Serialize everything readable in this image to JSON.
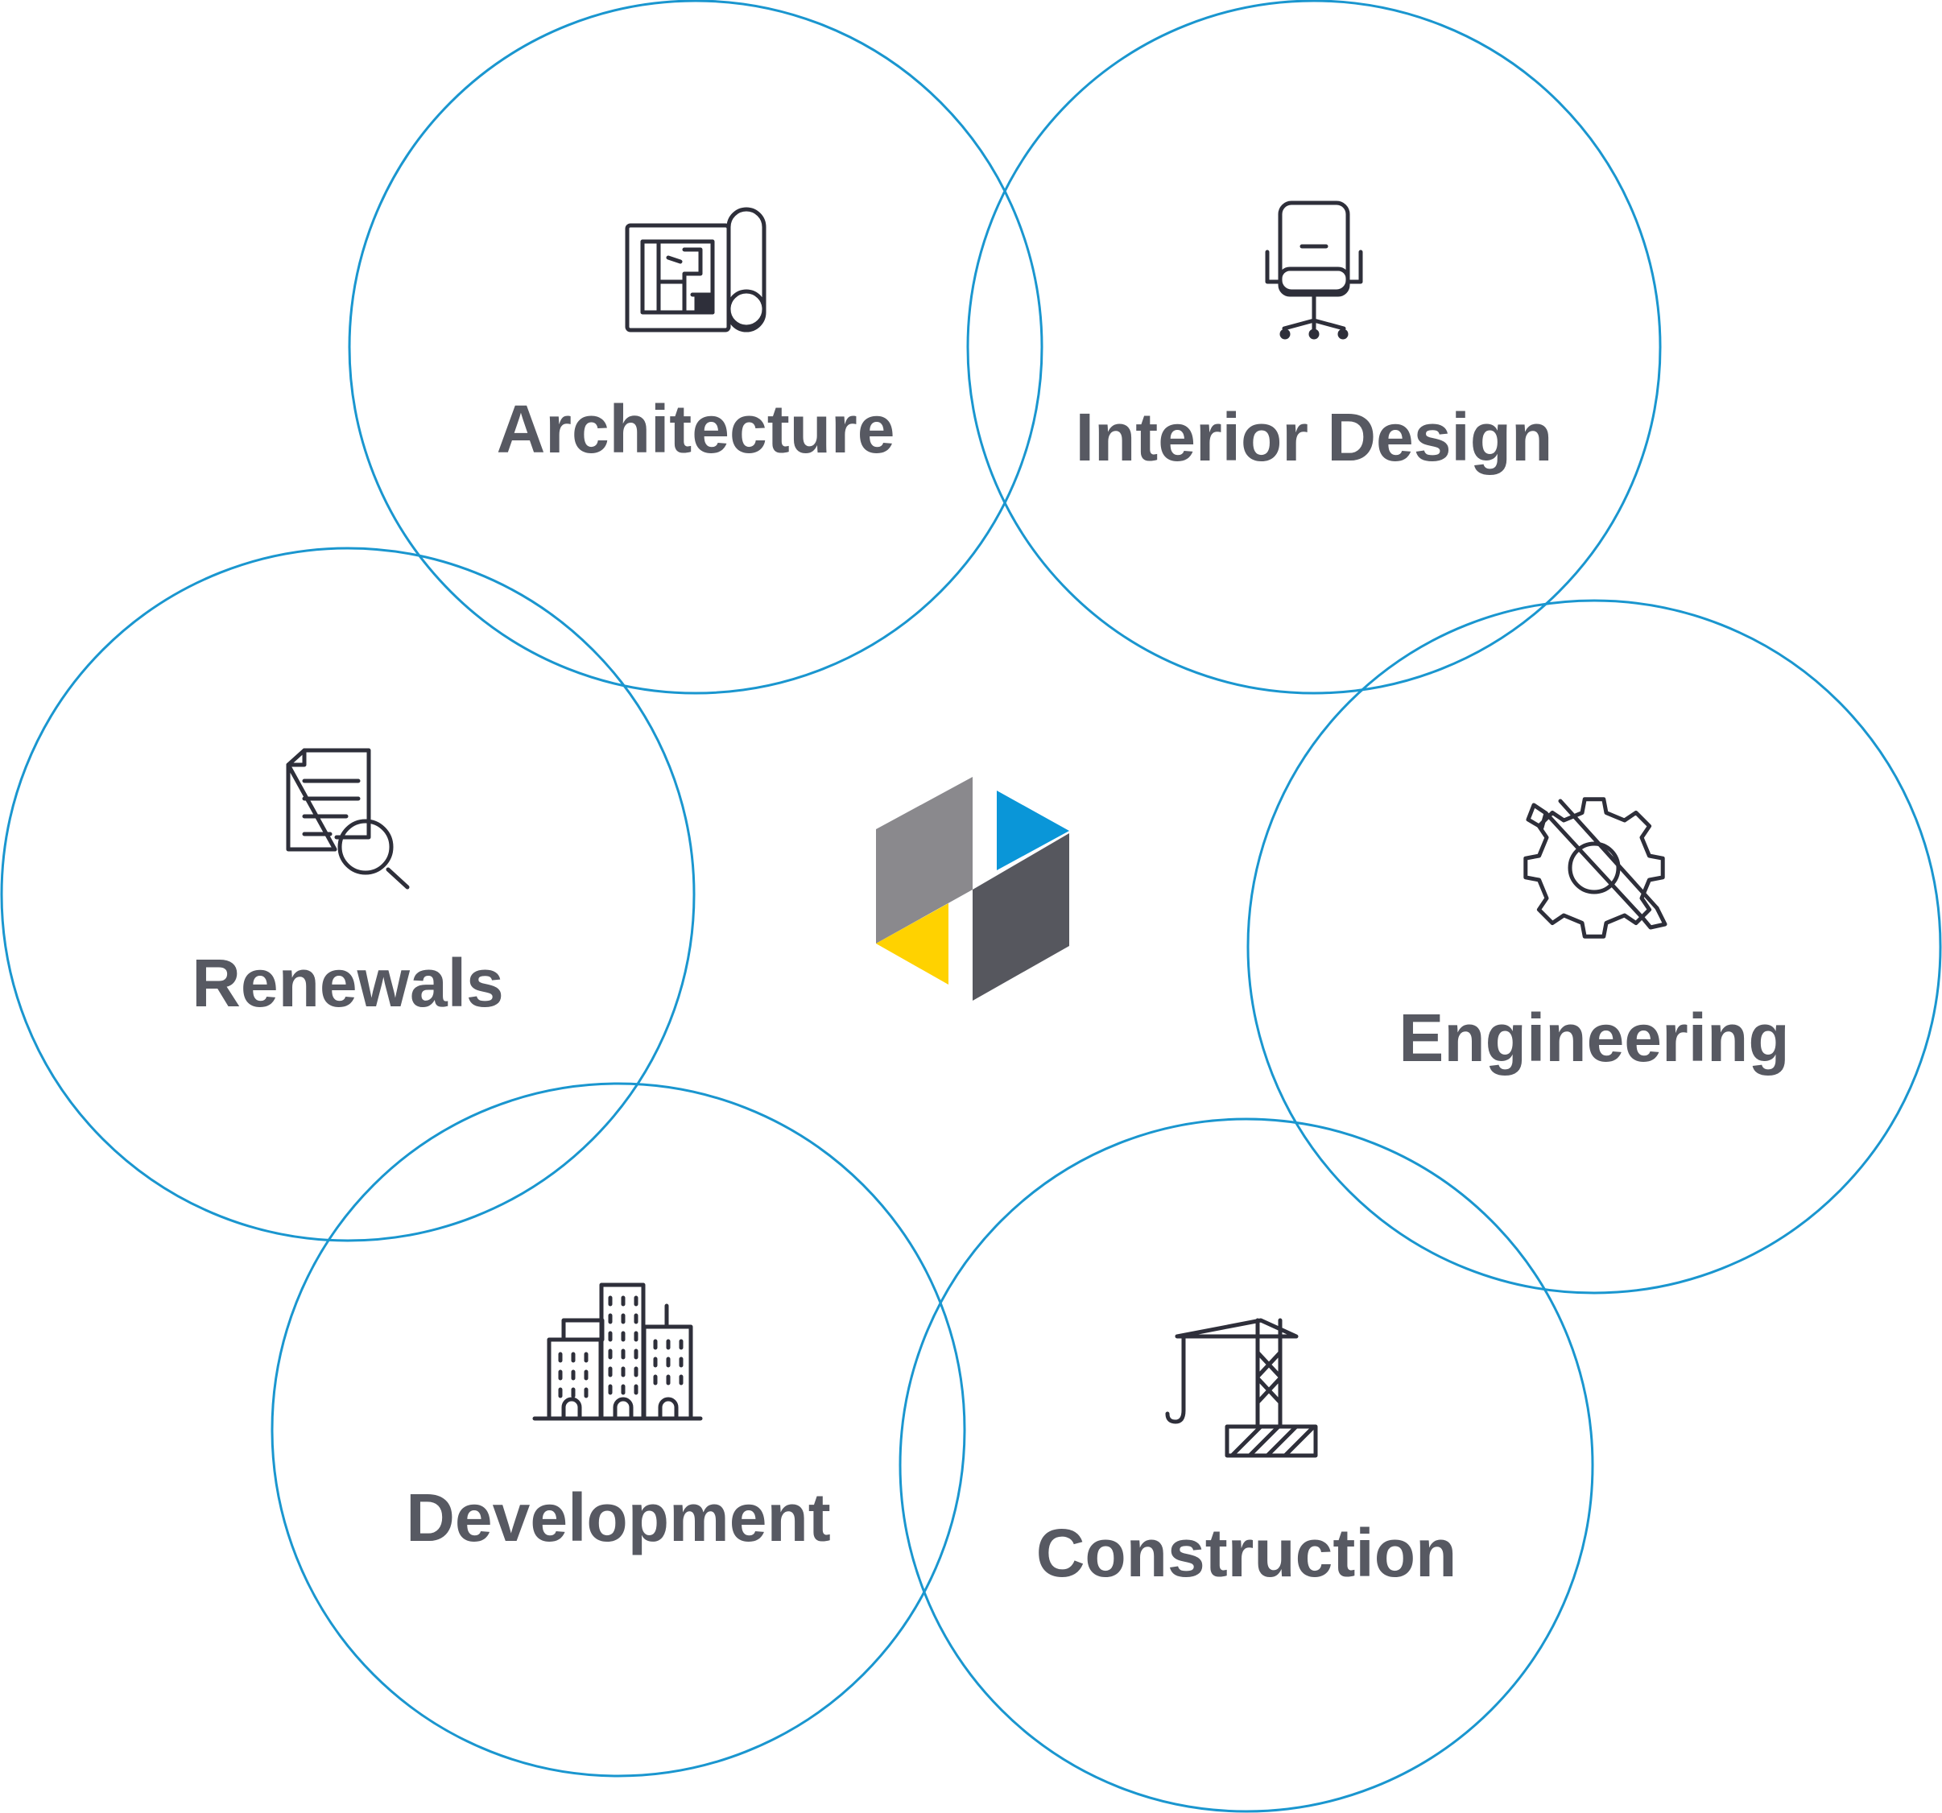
{
  "colors": {
    "ring": "#1a96cf",
    "label": "#575962",
    "icon": "#2e2f3a",
    "logo_gray_light": "#8a898d",
    "logo_gray_dark": "#56575e",
    "logo_blue": "#0a96d8",
    "logo_yellow": "#ffd200"
  },
  "center_logo": {
    "icon": "hexagon-logo"
  },
  "disciplines": [
    {
      "label": "Architecture",
      "icon": "blueprint-icon"
    },
    {
      "label": "Interior Design",
      "icon": "office-chair-icon"
    },
    {
      "label": "Engineering",
      "icon": "gear-wrench-icon"
    },
    {
      "label": "Construction",
      "icon": "tower-crane-icon"
    },
    {
      "label": "Development",
      "icon": "city-buildings-icon"
    },
    {
      "label": "Renewals",
      "icon": "document-search-icon"
    }
  ]
}
